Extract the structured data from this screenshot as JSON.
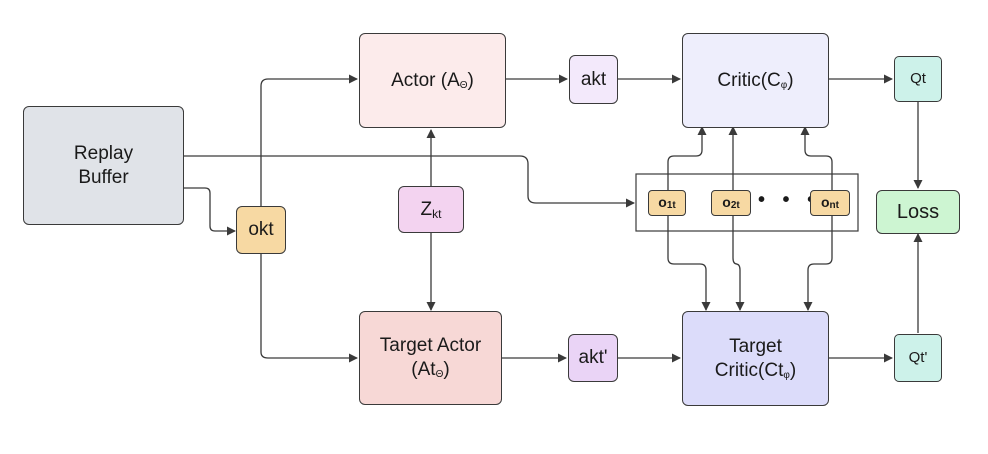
{
  "nodes": {
    "replay_buffer": {
      "line1": "Replay",
      "line2": "Buffer"
    },
    "okt": "okt",
    "actor": {
      "name": "Actor (A",
      "sub": "Θ",
      "close": ")"
    },
    "zkt": {
      "base": "Z",
      "sub": "kt"
    },
    "target_actor": {
      "line1": "Target Actor",
      "line2_pre": "(At",
      "line2_sub": "Θ",
      "line2_close": ")"
    },
    "akt": "akt",
    "akt_prime": "akt'",
    "critic": {
      "name": "Critic(C",
      "sub": "φ",
      "close": ")"
    },
    "target_critic": {
      "line1": "Target",
      "line2_pre": "Critic(Ct",
      "line2_sub": "φ",
      "line2_close": ")"
    },
    "qt": "Qt",
    "qt_prime": "Qt'",
    "loss": "Loss",
    "obs1": {
      "base": "o",
      "sub": "1t"
    },
    "obs2": {
      "base": "o",
      "sub": "2t"
    },
    "obsn": {
      "base": "o",
      "sub": "nt"
    },
    "ellipsis": "• • •"
  },
  "colors": {
    "replay_buffer": "#e0e3e8",
    "okt": "#f7d9a3",
    "actor": "#fcebeb",
    "zkt": "#f3d3f0",
    "target_actor": "#f7d8d6",
    "akt": "#f3e9fb",
    "akt_prime": "#ead4f6",
    "critic": "#eeeefc",
    "target_critic": "#dcdcfa",
    "qt": "#cdf2ea",
    "loss": "#cdf5d2",
    "line": "#3a3a3a"
  }
}
